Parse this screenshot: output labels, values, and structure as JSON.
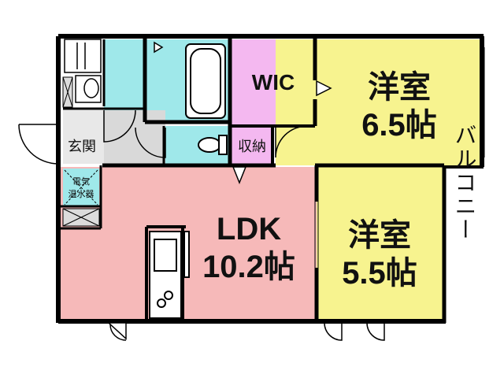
{
  "rooms": {
    "wic": {
      "label": "WIC",
      "color": "#f4b8f0"
    },
    "western1": {
      "label": "洋室",
      "size": "6.5帖",
      "color": "#f7f38f"
    },
    "western2": {
      "label": "洋室",
      "size": "5.5帖",
      "color": "#f7f38f"
    },
    "ldk": {
      "label": "LDK",
      "size": "10.2帖",
      "color": "#f6b9b9"
    },
    "storage": {
      "label": "収納",
      "color": "#f4b8f0"
    },
    "entrance": {
      "label": "玄関"
    },
    "water_heater": {
      "label_line1": "電気",
      "label_line2": "温水器",
      "color": "#9fe8ea"
    },
    "balcony": {
      "label": "バルコニー"
    },
    "bath_color": "#9fe8ea",
    "washroom_color": "#9fe8ea"
  }
}
